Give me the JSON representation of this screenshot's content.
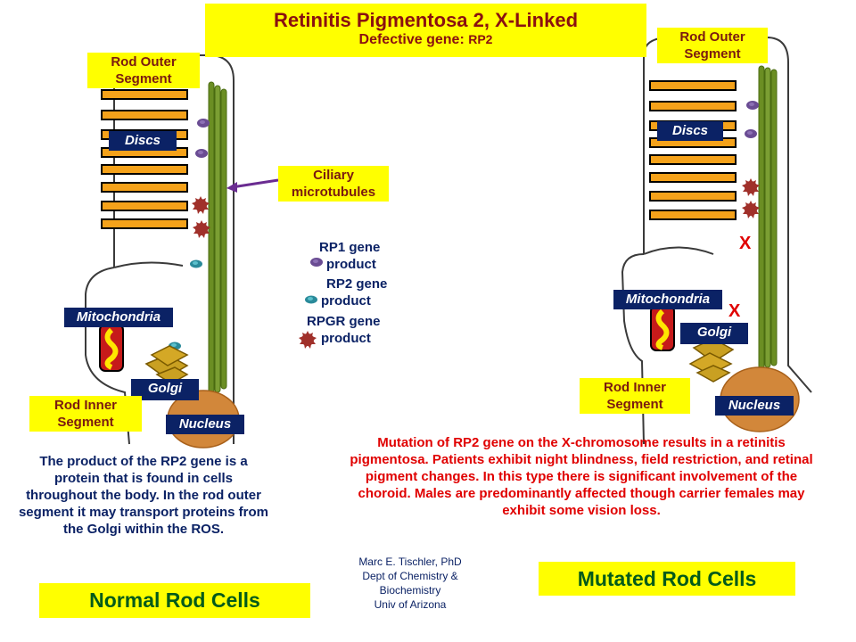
{
  "title": "Retinitis Pigmentosa 2, X-Linked",
  "subtitle_prefix": "Defective gene: ",
  "subtitle_gene": "RP2",
  "left_cell": {
    "rod_outer_segment": [
      "Rod Outer",
      "Segment"
    ],
    "discs": "Discs",
    "ciliary": [
      "Ciliary",
      "microtubules"
    ],
    "mitochondria": "Mitochondria",
    "golgi": "Golgi",
    "rod_inner_segment": [
      "Rod Inner",
      "Segment"
    ],
    "nucleus": "Nucleus"
  },
  "right_cell": {
    "rod_outer_segment": [
      "Rod Outer",
      "Segment"
    ],
    "discs": "Discs",
    "mitochondria": "Mitochondria",
    "golgi": "Golgi",
    "rod_inner_segment": [
      "Rod Inner",
      "Segment"
    ],
    "nucleus": "Nucleus",
    "x_mark": "X"
  },
  "legend": {
    "rp1": [
      "RP1 gene",
      "product"
    ],
    "rp2": [
      "RP2 gene",
      "product"
    ],
    "rpgr": [
      "RPGR gene",
      "product"
    ]
  },
  "description_left": "The product of the RP2 gene is a protein that is found in cells throughout the body. In the rod outer segment it may transport proteins from the Golgi within the ROS.",
  "description_right": "Mutation of RP2 gene on the X-chromosome results in a retinitis pigmentosa. Patients exhibit night blindness, field restriction, and retinal pigment changes. In this type there is significant involvement of the choroid. Males are predominantly affected though carrier females may exhibit some vision loss.",
  "credit": [
    "Marc E. Tischler, PhD",
    "Dept of Chemistry &",
    "Biochemistry",
    "Univ of Arizona"
  ],
  "normal_label": "Normal Rod Cells",
  "mutated_label": "Mutated Rod Cells",
  "colors": {
    "yellow": "#ffff00",
    "navy": "#0b2265",
    "disc_orange": "#f5a21a",
    "microtubule_green": "#6b8e23",
    "nucleus_orange": "#d2873a",
    "rp1_purple": "#6a4c93",
    "rp2_teal": "#2a8a9a",
    "rpgr_red": "#a0302a",
    "red_text": "#e00000",
    "title_red": "#8a1010",
    "green_text": "#005a1a"
  }
}
